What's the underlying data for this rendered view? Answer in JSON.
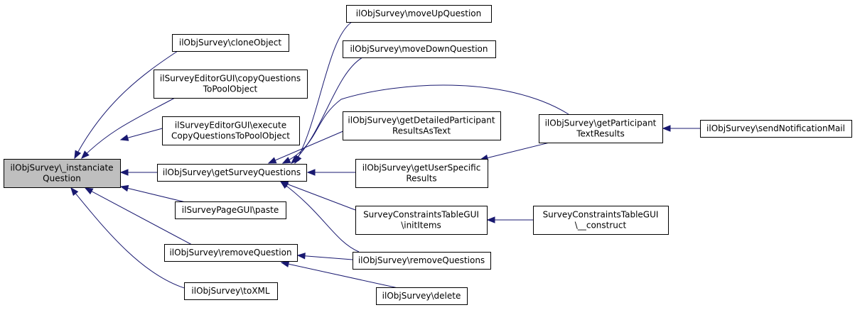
{
  "diagram": {
    "colors": {
      "node_fill": "#ffffff",
      "root_fill": "#bfbfbf",
      "border": "#000000",
      "edge": "#191970"
    },
    "nodes": {
      "root": [
        "ilObjSurvey\\_instanciate",
        "Question"
      ],
      "clone": [
        "ilObjSurvey\\cloneObject"
      ],
      "copyPool": [
        "ilSurveyEditorGUI\\copyQuestions",
        "ToPoolObject"
      ],
      "execCopy": [
        "ilSurveyEditorGUI\\execute",
        "CopyQuestionsToPoolObject"
      ],
      "getSQ": [
        "ilObjSurvey\\getSurveyQuestions"
      ],
      "paste": [
        "ilSurveyPageGUI\\paste"
      ],
      "removeQ": [
        "ilObjSurvey\\removeQuestion"
      ],
      "toXML": [
        "ilObjSurvey\\toXML"
      ],
      "moveUp": [
        "ilObjSurvey\\moveUpQuestion"
      ],
      "moveDown": [
        "ilObjSurvey\\moveDownQuestion"
      ],
      "getDet": [
        "ilObjSurvey\\getDetailedParticipant",
        "ResultsAsText"
      ],
      "getUser": [
        "ilObjSurvey\\getUserSpecific",
        "Results"
      ],
      "initItems": [
        "SurveyConstraintsTableGUI",
        "\\initItems"
      ],
      "removeQs": [
        "ilObjSurvey\\removeQuestions"
      ],
      "delete": [
        "ilObjSurvey\\delete"
      ],
      "getPart": [
        "ilObjSurvey\\getParticipant",
        "TextResults"
      ],
      "construct": [
        "SurveyConstraintsTableGUI",
        "\\__construct"
      ],
      "sendMail": [
        "ilObjSurvey\\sendNotificationMail"
      ]
    },
    "edges": [
      {
        "from": "clone",
        "to": "root"
      },
      {
        "from": "copyPool",
        "to": "root"
      },
      {
        "from": "execCopy",
        "to": "root"
      },
      {
        "from": "getSQ",
        "to": "root"
      },
      {
        "from": "paste",
        "to": "root"
      },
      {
        "from": "removeQ",
        "to": "root"
      },
      {
        "from": "toXML",
        "to": "root"
      },
      {
        "from": "moveUp",
        "to": "getSQ"
      },
      {
        "from": "moveDown",
        "to": "getSQ"
      },
      {
        "from": "getPart",
        "to": "getSQ"
      },
      {
        "from": "getDet",
        "to": "getSQ"
      },
      {
        "from": "getUser",
        "to": "getSQ"
      },
      {
        "from": "initItems",
        "to": "getSQ"
      },
      {
        "from": "removeQs",
        "to": "getSQ"
      },
      {
        "from": "removeQs",
        "to": "removeQ"
      },
      {
        "from": "delete",
        "to": "removeQ"
      },
      {
        "from": "getPart",
        "to": "getUser"
      },
      {
        "from": "sendMail",
        "to": "getPart"
      },
      {
        "from": "construct",
        "to": "initItems"
      }
    ]
  }
}
